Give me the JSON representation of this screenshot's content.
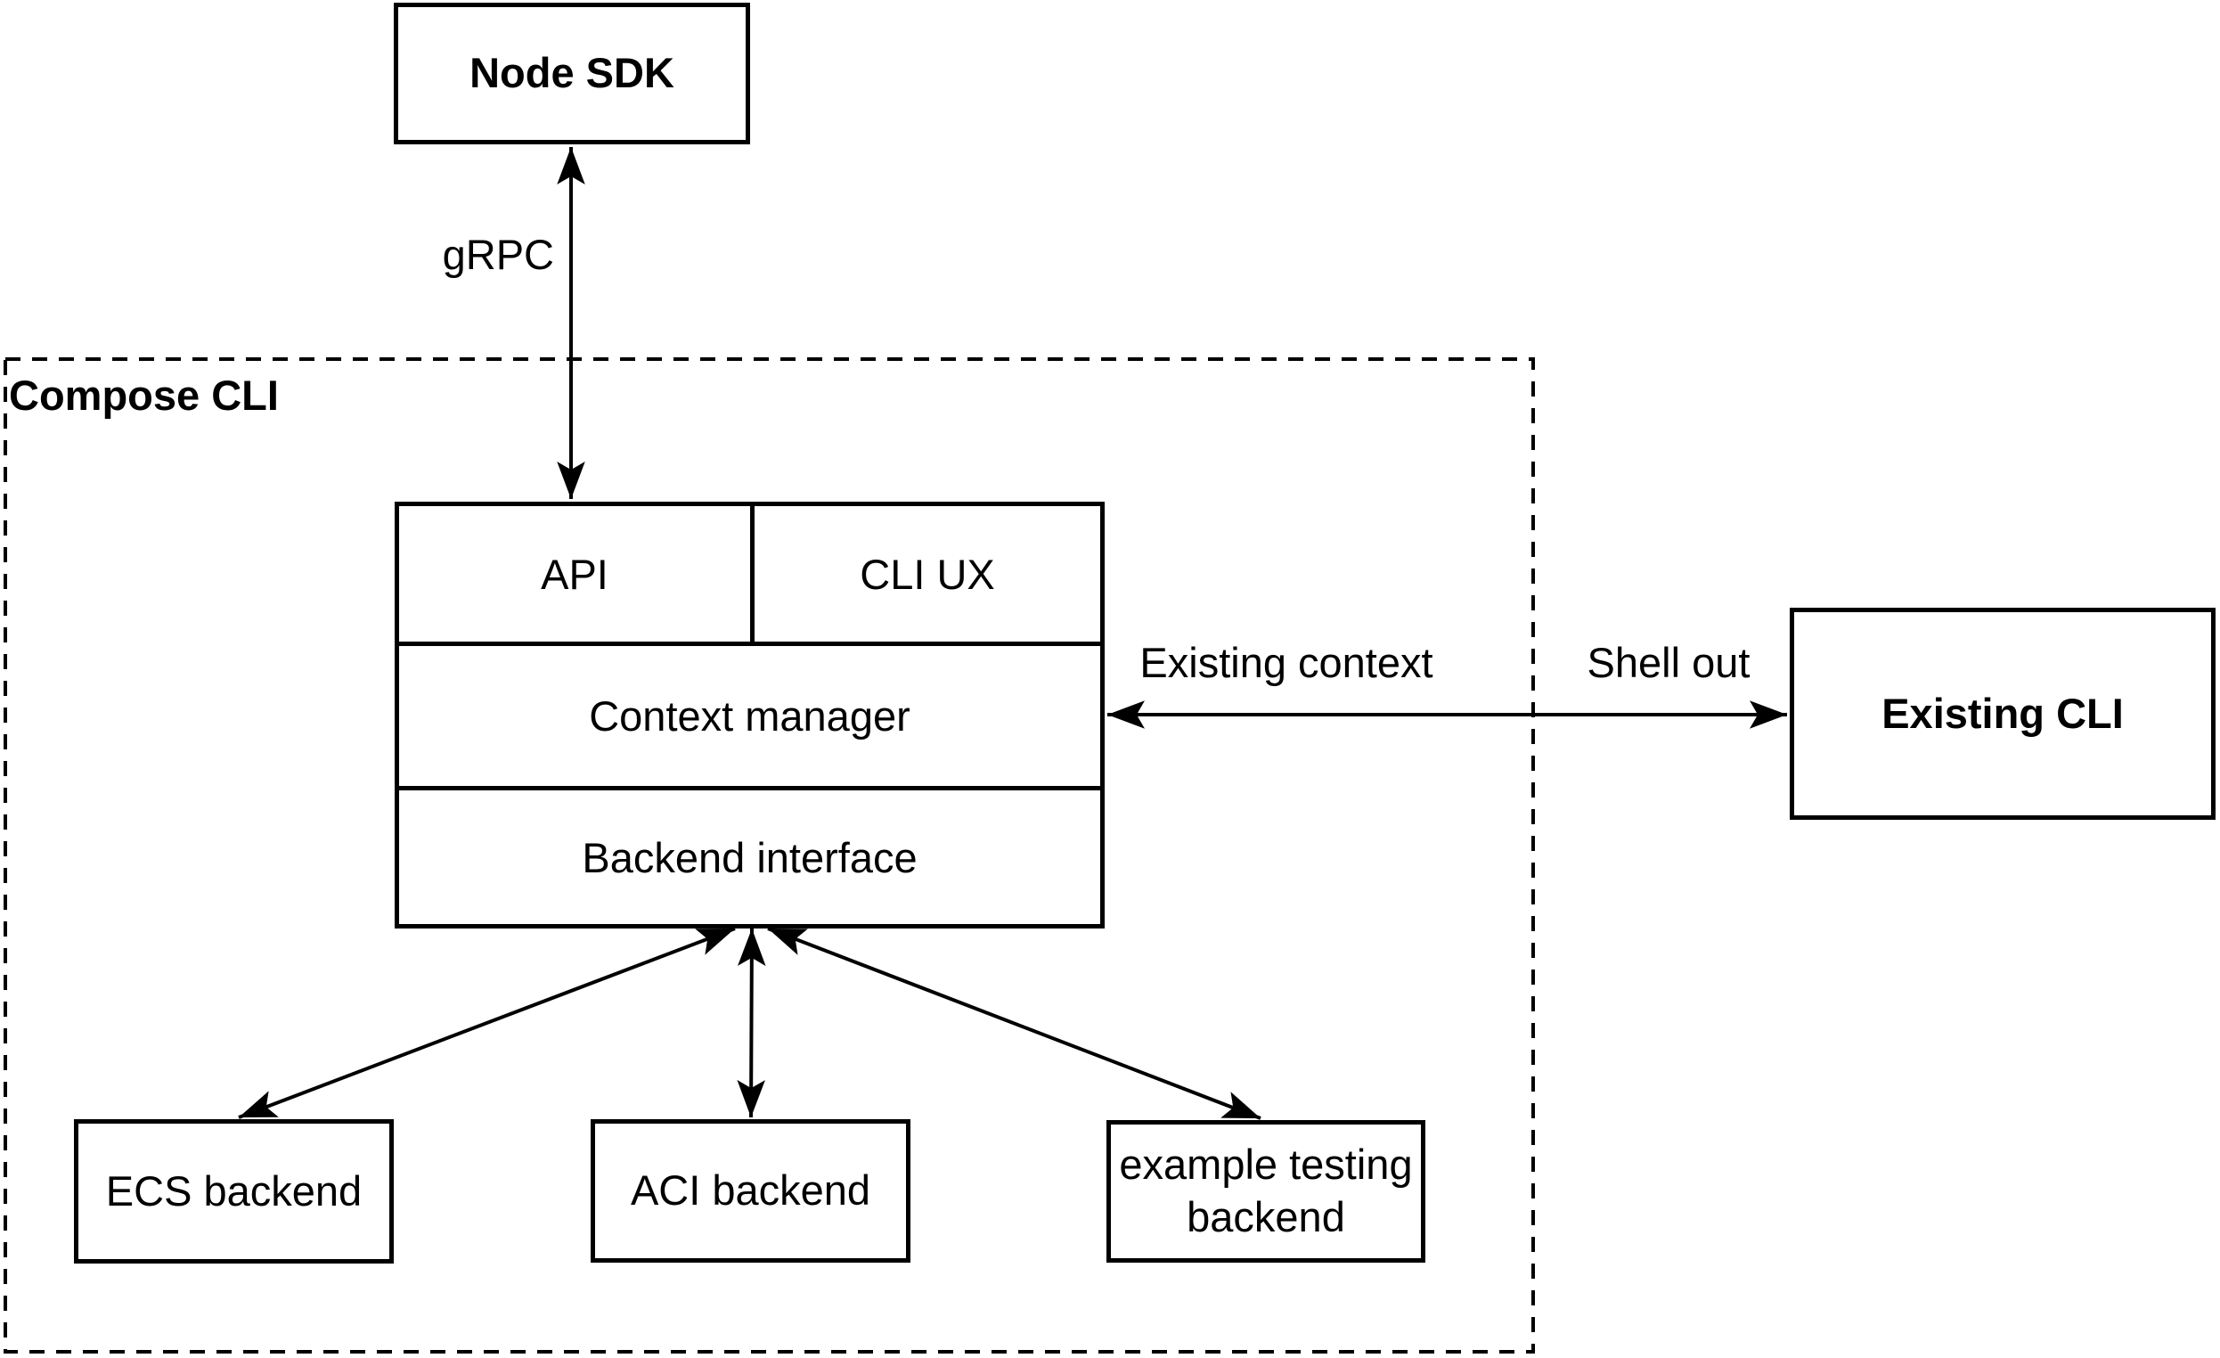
{
  "diagram": {
    "type": "architecture-diagram",
    "container": {
      "label": "Compose CLI",
      "border_style": "dashed"
    },
    "nodes": {
      "node_sdk": {
        "label": "Node SDK",
        "emphasis": "bold"
      },
      "api": {
        "label": "API"
      },
      "cli_ux": {
        "label": "CLI UX"
      },
      "context_manager": {
        "label": "Context manager"
      },
      "backend_interface": {
        "label": "Backend interface"
      },
      "ecs_backend": {
        "label": "ECS backend"
      },
      "aci_backend": {
        "label": "ACI backend"
      },
      "example_testing_backend": {
        "label": "example testing backend"
      },
      "existing_cli": {
        "label": "Existing CLI",
        "emphasis": "bold"
      }
    },
    "edges": [
      {
        "from": "Node SDK",
        "to": "API",
        "label": "gRPC",
        "direction": "bidirectional"
      },
      {
        "from": "Context manager",
        "to": "Existing CLI",
        "label_inside": "Existing context",
        "label_outside": "Shell out",
        "direction": "bidirectional"
      },
      {
        "from": "Backend interface",
        "to": "ECS backend",
        "direction": "bidirectional"
      },
      {
        "from": "Backend interface",
        "to": "ACI backend",
        "direction": "bidirectional"
      },
      {
        "from": "Backend interface",
        "to": "example testing backend",
        "direction": "bidirectional"
      }
    ],
    "colors": {
      "stroke": "#000000",
      "text": "#000000",
      "background": "#ffffff"
    }
  }
}
